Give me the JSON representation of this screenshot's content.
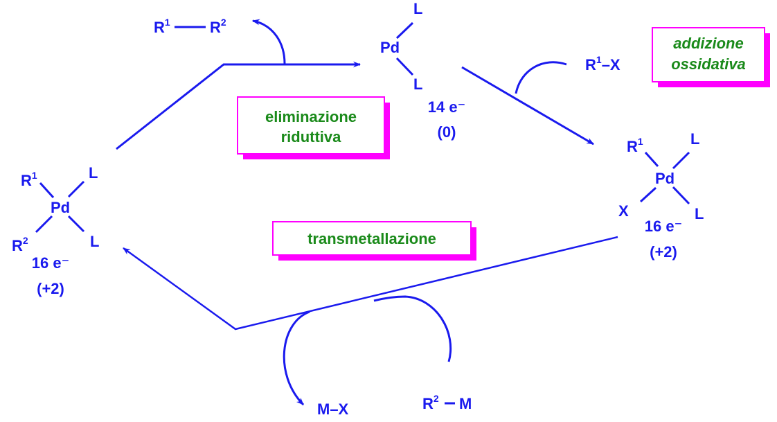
{
  "colors": {
    "chem": "#1a1aee",
    "step_text": "#1a8a1a",
    "box_border": "#ff00ff"
  },
  "steps": {
    "oxidative_addition": [
      "addizione",
      "ossidativa"
    ],
    "reductive_elimination": [
      "eliminazione",
      "riduttiva"
    ],
    "transmetalation": "transmetallazione"
  },
  "species": {
    "pd0": {
      "metal": "Pd",
      "ligand_top": "L",
      "ligand_bottom": "L",
      "electrons": "14 e⁻",
      "oxidation": "(0)"
    },
    "pd_right": {
      "metal": "Pd",
      "r": "R",
      "r_sup": "1",
      "ligand_top": "L",
      "ligand_bottom": "L",
      "x": "X",
      "electrons": "16 e⁻",
      "oxidation": "(+2)"
    },
    "pd_left": {
      "metal": "Pd",
      "r1": "R",
      "r1_sup": "1",
      "r2": "R",
      "r2_sup": "2",
      "ligand_top": "L",
      "ligand_bottom": "L",
      "electrons": "16 e⁻",
      "oxidation": "(+2)"
    }
  },
  "reagents": {
    "product_r1": "R",
    "product_r1_sup": "1",
    "product_r2": "R",
    "product_r2_sup": "2",
    "halide_r": "R",
    "halide_sup": "1",
    "halide_rest": "–X",
    "organometal_r": "R",
    "organometal_sup": "2",
    "organometal_m": "M",
    "byproduct": "M–X"
  }
}
